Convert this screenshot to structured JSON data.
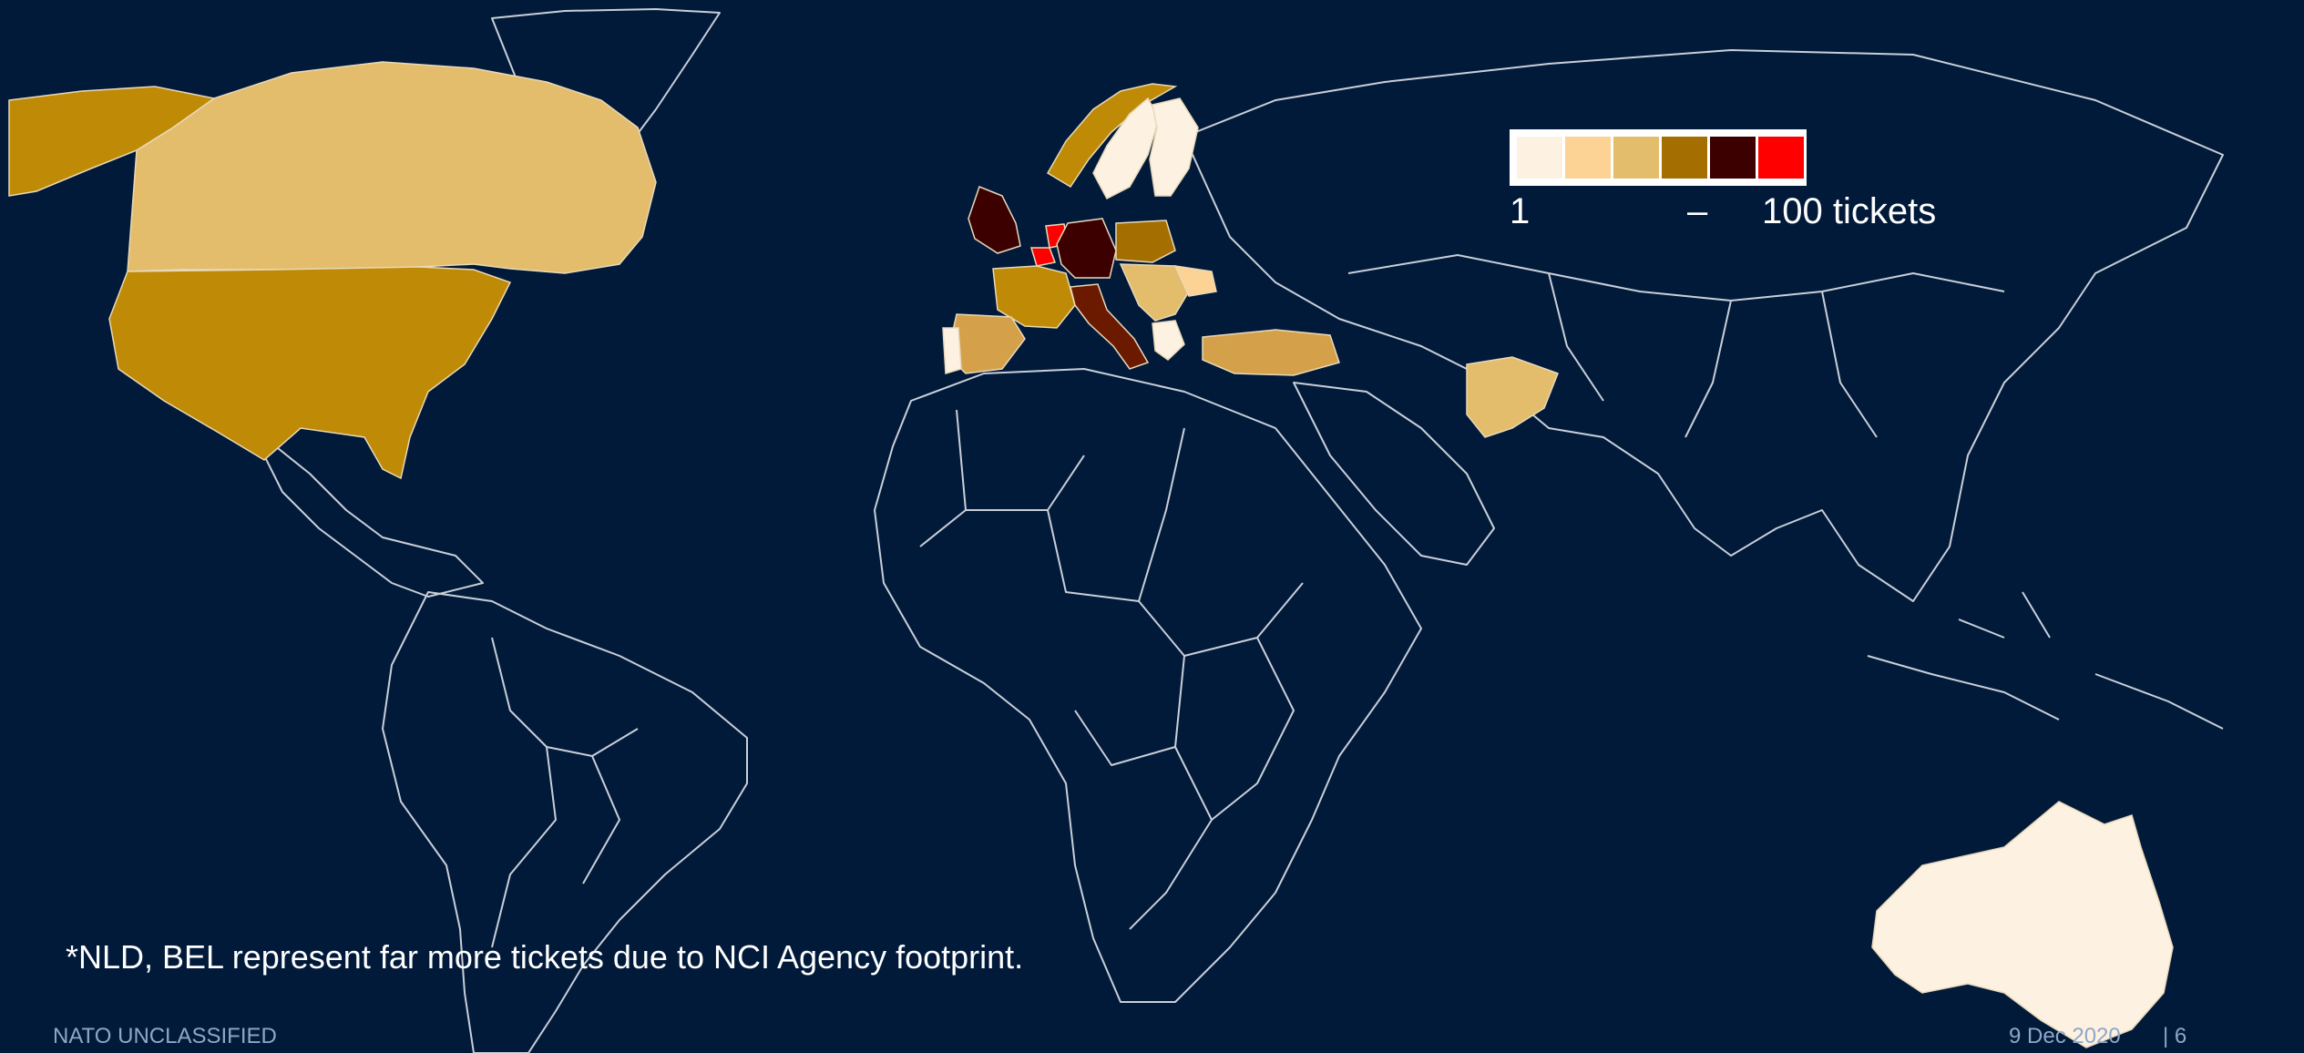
{
  "colors": {
    "background": "#011a3a",
    "border": "#c9cfd8",
    "no_data": "#011a3a"
  },
  "legend": {
    "swatches": [
      "#fdf2e2",
      "#fcd394",
      "#e3bd6c",
      "#a46e00",
      "#3d0000",
      "#ff0000"
    ],
    "label_min": "1",
    "label_dash": "–",
    "label_max": "100 tickets"
  },
  "regions": [
    {
      "name": "USA",
      "color": "#bf8a06"
    },
    {
      "name": "Alaska",
      "color": "#bf8a06"
    },
    {
      "name": "Canada",
      "color": "#e3bd6c"
    },
    {
      "name": "United Kingdom",
      "color": "#3d0000"
    },
    {
      "name": "Netherlands",
      "color": "#ff0000"
    },
    {
      "name": "Belgium",
      "color": "#ff0000"
    },
    {
      "name": "France",
      "color": "#bf8a06"
    },
    {
      "name": "Spain",
      "color": "#d4a14a"
    },
    {
      "name": "Portugal",
      "color": "#fdf2e2"
    },
    {
      "name": "Germany",
      "color": "#3d0000"
    },
    {
      "name": "Italy",
      "color": "#6b1a00"
    },
    {
      "name": "Poland",
      "color": "#a46e00"
    },
    {
      "name": "Norway",
      "color": "#bf8a06"
    },
    {
      "name": "Sweden",
      "color": "#fdf2e2"
    },
    {
      "name": "Finland",
      "color": "#fdf2e2"
    },
    {
      "name": "Balkans",
      "color": "#e3bd6c"
    },
    {
      "name": "Romania",
      "color": "#fcd394"
    },
    {
      "name": "Greece",
      "color": "#fdf2e2"
    },
    {
      "name": "Turkey",
      "color": "#d4a14a"
    },
    {
      "name": "Afghanistan",
      "color": "#e3bd6c"
    },
    {
      "name": "Australia",
      "color": "#fdf2e2"
    }
  ],
  "note": "*NLD, BEL represent far more tickets due to NCI Agency footprint.",
  "footer": {
    "classification": "NATO UNCLASSIFIED",
    "date": "9 Dec 2020",
    "page": "| 6"
  }
}
